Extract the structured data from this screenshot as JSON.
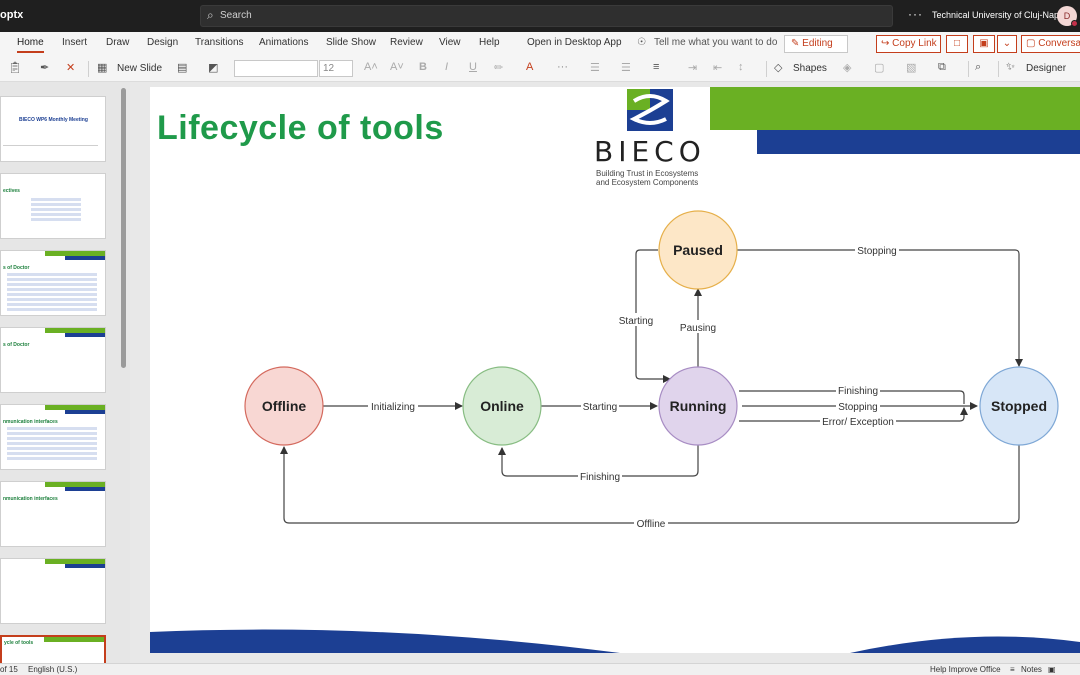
{
  "app": {
    "file_name_fragment": "optx",
    "search_placeholder": "Search",
    "more": "···",
    "org": "Technical University of Cluj-Nap...",
    "avatar_initial": "D"
  },
  "menu": {
    "tabs": [
      "Home",
      "Insert",
      "Draw",
      "Design",
      "Transitions",
      "Animations",
      "Slide Show",
      "Review",
      "View",
      "Help",
      "Open in Desktop App",
      "Tell me what you want to do"
    ],
    "editing_label": "Editing",
    "copy_link_label": "Copy Link",
    "conversation_label": "Conversat"
  },
  "toolbar": {
    "new_slide_label": "New Slide",
    "font_size": "12",
    "shapes_label": "Shapes",
    "designer_label": "Designer"
  },
  "slide": {
    "title": "Lifecycle of  tools",
    "logo_word": "BIECO",
    "logo_tagline_1": "Building Trust in Ecosystems",
    "logo_tagline_2": "and Ecosystem Components",
    "colors": {
      "green": "#6ab023",
      "blue": "#1c3f93",
      "title": "#1f9a4a"
    },
    "states": [
      {
        "id": "offline",
        "label": "Offline",
        "fill": "#f8d7d3",
        "stroke": "#d46a5e"
      },
      {
        "id": "online",
        "label": "Online",
        "fill": "#d8ecd6",
        "stroke": "#88bd83"
      },
      {
        "id": "running",
        "label": "Running",
        "fill": "#e0d4ec",
        "stroke": "#a88dc4"
      },
      {
        "id": "paused",
        "label": "Paused",
        "fill": "#fde7c7",
        "stroke": "#e6b04b"
      },
      {
        "id": "stopped",
        "label": "Stopped",
        "fill": "#d7e6f7",
        "stroke": "#7fa8d6"
      }
    ],
    "transitions": {
      "initializing": "Initializing",
      "starting_online": "Starting",
      "starting_paused": "Starting",
      "pausing": "Pausing",
      "stopping_paused": "Stopping",
      "finishing_run": "Finishing",
      "stopping_run": "Stopping",
      "error": "Error/ Exception",
      "finishing_online": "Finishing",
      "offline": "Offline"
    }
  },
  "thumbnails": {
    "t1_title": "BIECO WP6 Monthly Meeting",
    "t2_title": "ectives",
    "t3_title": "s of Doctor",
    "t4_title": "s of Doctor",
    "t5_title": "nmunication interfaces",
    "t6_title": "nmunication interfaces",
    "t8_title": "ycle of tools"
  },
  "status": {
    "slide_count": "of 15",
    "language": "English (U.S.)",
    "help_improve": "Help Improve Office",
    "notes": "Notes"
  }
}
